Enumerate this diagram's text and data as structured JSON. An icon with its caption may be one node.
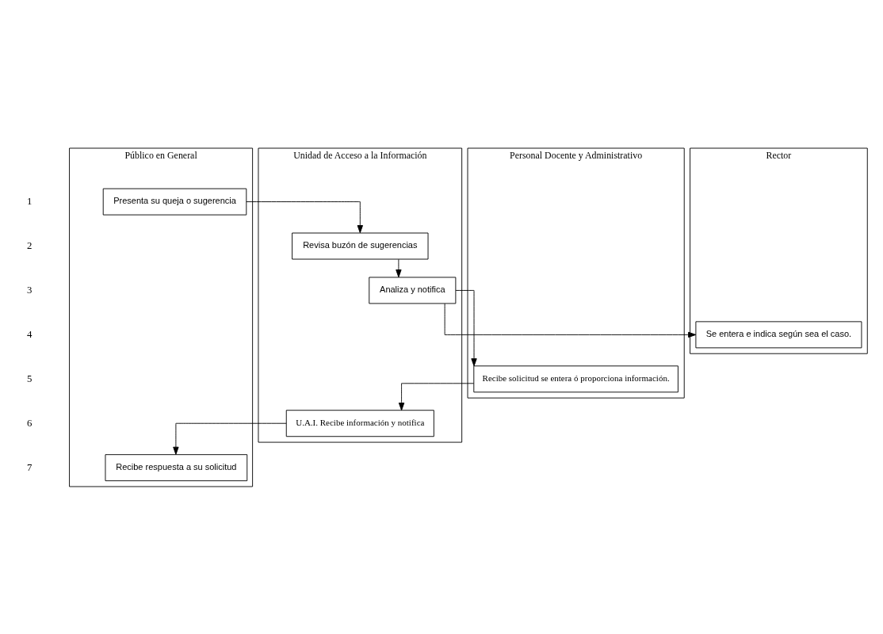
{
  "diagram": {
    "nodes": [
      {
        "text": [
          "Unidad de Acceso a la Información"
        ]
      },
      {
        "text": [
          "Público en General"
        ]
      },
      {
        "text": [
          "Personal Docente y Administrativo"
        ]
      },
      {
        "text": [
          "Rector"
        ]
      },
      {
        "text": [
          "Presenta su queja o sugerencia"
        ],
        "in": 1
      },
      {
        "text": [
          "Revisa buzón de sugerencias"
        ],
        "in": 0
      },
      {
        "text": [
          "Analiza y notifica"
        ],
        "in": 0
      },
      {
        "text": [
          "Se entera e indica según sea el caso."
        ],
        "in": 3
      },
      {
        "text": [
          "Recibe solicitud se entera ó proporciona información."
        ],
        "in": 2
      },
      {
        "text": [
          "U.A.I. Recibe información y notifica"
        ],
        "in": 0
      },
      {
        "text": [
          "Recibe respuesta a su solicitud"
        ],
        "in": 1
      }
    ],
    "edges": [
      {
        "from": 4,
        "to": 5,
        "arrow": "to"
      },
      {
        "from": 5,
        "to": 6,
        "arrow": "to"
      },
      {
        "from": 6,
        "to": 7,
        "arrow": "to"
      },
      {
        "from": 6,
        "to": 8,
        "arrow": "to"
      },
      {
        "from": 8,
        "to": 9,
        "arrow": "to"
      },
      {
        "from": 9,
        "to": 10,
        "arrow": "to"
      }
    ],
    "labels": [
      "1",
      "2",
      "3",
      "4",
      "5",
      "6",
      "7"
    ]
  }
}
